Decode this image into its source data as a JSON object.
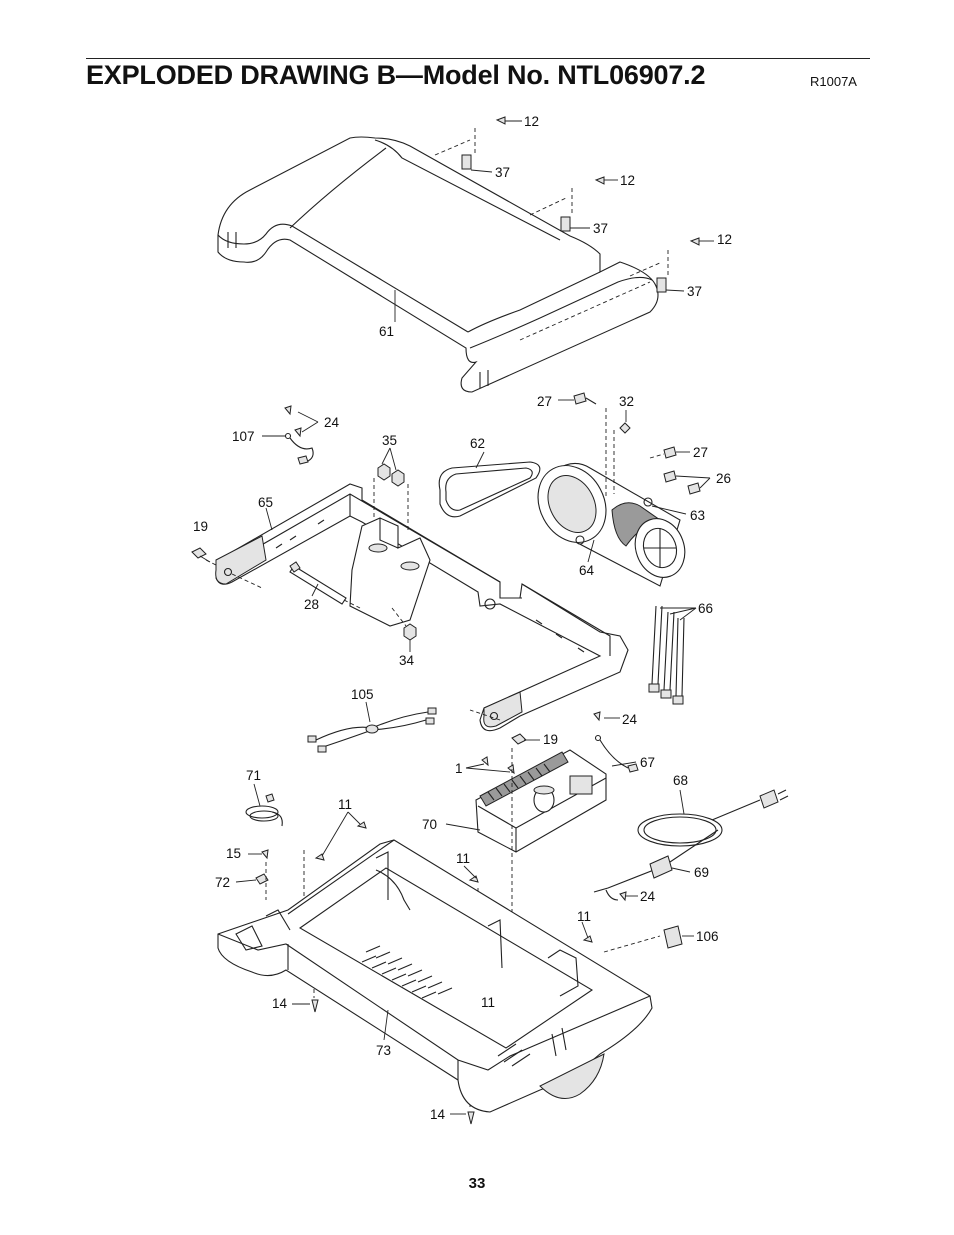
{
  "header": {
    "title": "EXPLODED DRAWING B—Model No. NTL06907.2",
    "drawing_code": "R1007A"
  },
  "footer": {
    "page_number": "33"
  },
  "callouts": {
    "c12a": "12",
    "c37a": "37",
    "c12b": "12",
    "c37b": "37",
    "c12c": "12",
    "c37c": "37",
    "c61": "61",
    "c27a": "27",
    "c32": "32",
    "c24a": "24",
    "c107": "107",
    "c35": "35",
    "c62": "62",
    "c27b": "27",
    "c26": "26",
    "c65": "65",
    "c63": "63",
    "c19a": "19",
    "c64": "64",
    "c28": "28",
    "c66": "66",
    "c34": "34",
    "c105": "105",
    "c24b": "24",
    "c19b": "19",
    "c1": "1",
    "c67": "67",
    "c71": "71",
    "c68": "68",
    "c11a": "11",
    "c70": "70",
    "c15": "15",
    "c11b": "11",
    "c69": "69",
    "c72": "72",
    "c24c": "24",
    "c11c": "11",
    "c106": "106",
    "c14a": "14",
    "c11d": "11",
    "c73": "73",
    "c14b": "14"
  }
}
